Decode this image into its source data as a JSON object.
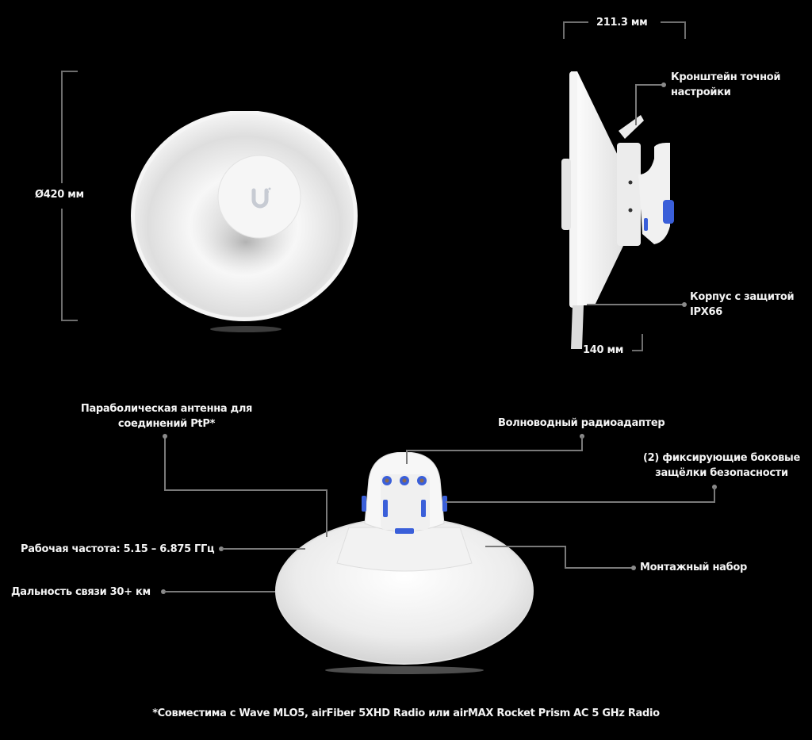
{
  "front_view": {
    "diameter_label": "Ø420 мм"
  },
  "side_view": {
    "depth_label": "211.3 мм",
    "mount_label": "140 мм",
    "callouts": [
      {
        "text_lines": [
          "Кронштейн точной",
          "настройки"
        ]
      },
      {
        "text_lines": [
          "Корпус с защитой",
          "IPX66"
        ]
      }
    ]
  },
  "rear_view": {
    "callouts_left": [
      {
        "text_lines": [
          "Параболическая антенна для",
          "соединений PtP*"
        ]
      },
      {
        "text": "Рабочая частота: 5.15 – 6.875 ГГц"
      },
      {
        "text": "Дальность связи 30+ км"
      }
    ],
    "callouts_right": [
      {
        "text": "Волноводный радиоадаптер"
      },
      {
        "text_lines": [
          "(2) фиксирующие боковые",
          "защёлки безопасности"
        ]
      },
      {
        "text": "Монтажный набор"
      }
    ]
  },
  "footnote": "*Совместима с Wave MLO5, airFiber 5XHD Radio или airMAX Rocket Prism AC 5 GHz Radio",
  "colors": {
    "background": "#000000",
    "text": "#f4f4f4",
    "leader_line": "#7a7a7a",
    "dish_white": "#f2f2f2",
    "accent_blue": "#3a5fd9"
  }
}
